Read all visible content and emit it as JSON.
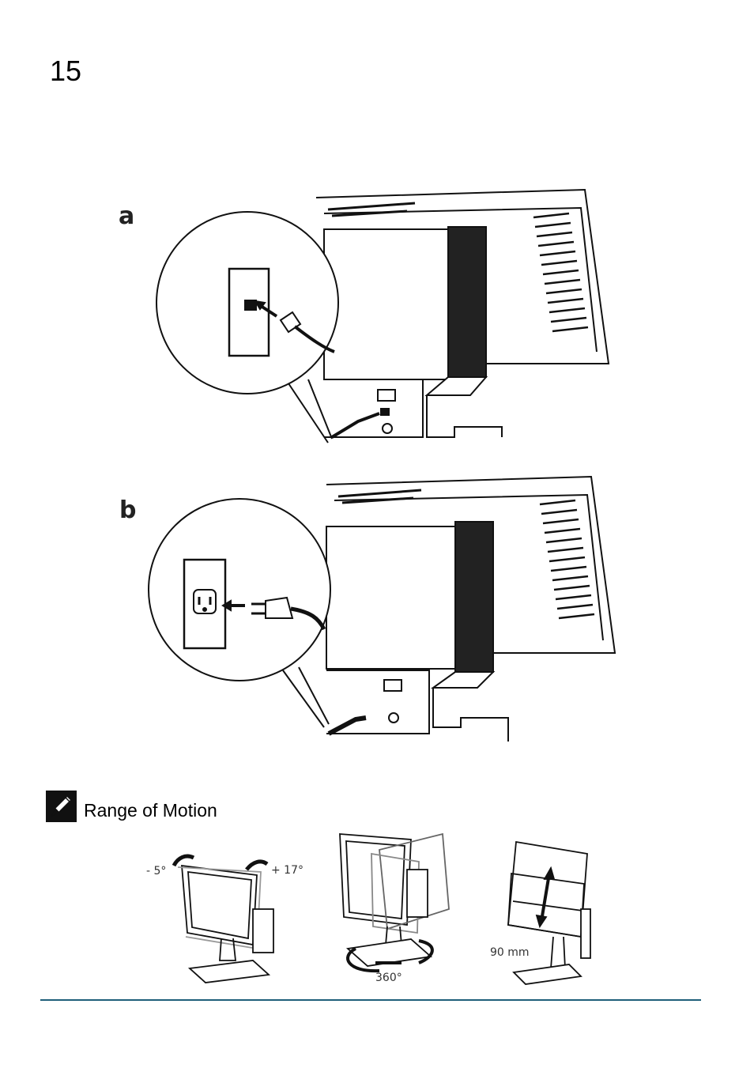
{
  "page": {
    "step_number": "15"
  },
  "panels": {
    "a": {
      "letter": "a",
      "depicts": "network-cable-to-wall-jack"
    },
    "b": {
      "letter": "b",
      "depicts": "power-cord-to-wall-outlet"
    }
  },
  "note": {
    "icon": "note-pencil-icon",
    "title": "Range of Motion"
  },
  "motion": {
    "tilt_back": "- 5°",
    "tilt_forward": "+ 17°",
    "swivel": "360°",
    "height": "90 mm"
  },
  "colors": {
    "rule": "#1f5f7a",
    "line_art": "#111111"
  }
}
